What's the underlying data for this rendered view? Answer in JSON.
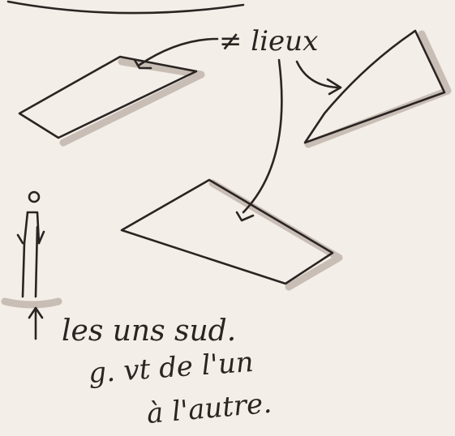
{
  "labels": {
    "places": "≠ lieux",
    "line1": "les uns sud.",
    "line2": "g. vt de l'un",
    "line3": "à l'autre."
  },
  "colors": {
    "ink": "#2a2422",
    "paper": "#f3eee7",
    "shadow": "#b9aea4"
  },
  "icons": {
    "person": "stick-figure-icon",
    "up_arrow": "arrow-up-icon"
  }
}
